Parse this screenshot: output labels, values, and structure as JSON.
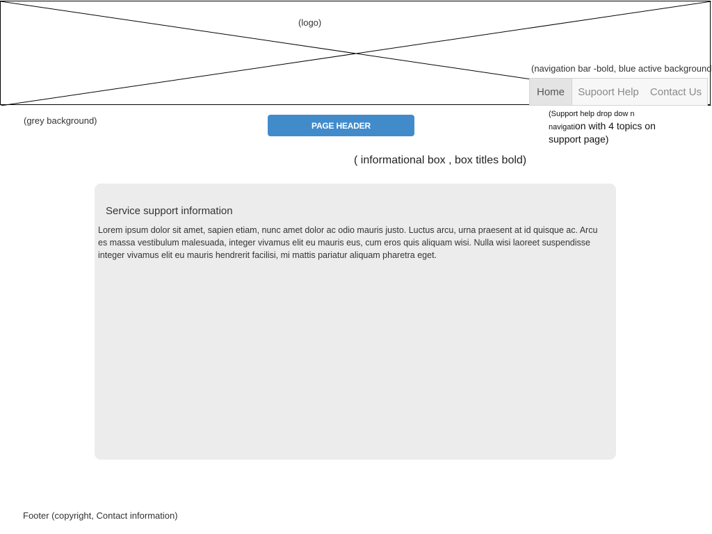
{
  "logo": {
    "label": "(logo)"
  },
  "navigation": {
    "annotation": "(navigation bar -bold, blue active background)",
    "items": [
      {
        "label": "Home",
        "active": true
      },
      {
        "label": "Supoort Help",
        "active": false
      },
      {
        "label": "Contact Us",
        "active": false
      }
    ]
  },
  "dropdown_annotation": {
    "part1": "(Support help drop dow n navigati",
    "part2": "on with 4 topics on support page)"
  },
  "background_annotation": "(grey background)",
  "page_header": {
    "label": "PAGE HEADER",
    "color": "#428bca"
  },
  "info_annotation": "( informational box , box titles bold)",
  "info_box": {
    "title": "Service support information",
    "body": "Lorem ipsum dolor sit amet, sapien etiam, nunc amet dolor ac odio mauris justo. Luctus arcu, urna praesent at id quisque ac. Arcu es massa vestibulum malesuada, integer vivamus elit eu mauris eus, cum eros quis aliquam wisi. Nulla wisi laoreet suspendisse integer vivamus elit eu mauris hendrerit facilisi, mi mattis pariatur aliquam pharetra eget.",
    "background": "#ececec"
  },
  "footer": "Footer (copyright, Contact information)"
}
